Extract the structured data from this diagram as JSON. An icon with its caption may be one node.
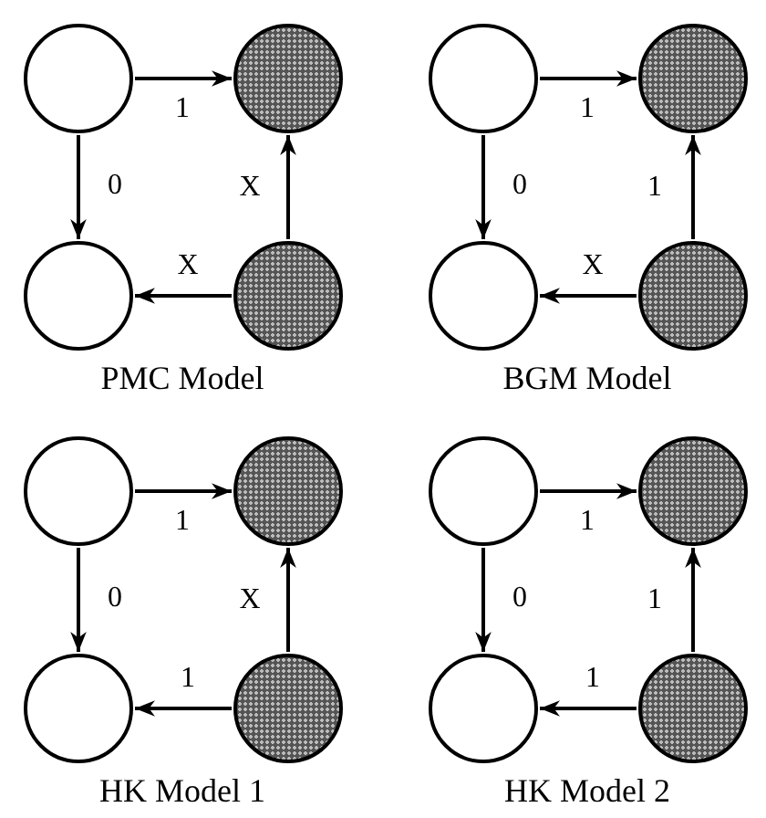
{
  "diagram": {
    "nodes": [
      {
        "text": [],
        "shape": "circle"
      },
      {
        "text": [],
        "shape": "circle"
      },
      {
        "text": [],
        "shape": "circle"
      },
      {
        "text": [],
        "shape": "circle"
      },
      {
        "text": [],
        "shape": "circle"
      },
      {
        "text": [],
        "shape": "circle"
      },
      {
        "text": [],
        "shape": "circle"
      },
      {
        "text": [],
        "shape": "circle"
      },
      {
        "text": [],
        "shape": "circle"
      },
      {
        "text": [],
        "shape": "circle"
      },
      {
        "text": [],
        "shape": "circle"
      },
      {
        "text": [],
        "shape": "circle"
      },
      {
        "text": [],
        "shape": "circle"
      },
      {
        "text": [],
        "shape": "circle"
      },
      {
        "text": [],
        "shape": "circle"
      },
      {
        "text": [],
        "shape": "circle"
      }
    ],
    "edges": [
      {
        "from": 0,
        "to": 1,
        "arrow": "to",
        "label": "1"
      },
      {
        "from": 0,
        "to": 2,
        "arrow": "to",
        "label": "0"
      },
      {
        "from": 3,
        "to": 1,
        "arrow": "to",
        "label": "X"
      },
      {
        "from": 3,
        "to": 2,
        "arrow": "to",
        "label": "X"
      },
      {
        "from": 4,
        "to": 5,
        "arrow": "to",
        "label": "1"
      },
      {
        "from": 4,
        "to": 6,
        "arrow": "to",
        "label": "0"
      },
      {
        "from": 7,
        "to": 5,
        "arrow": "to",
        "label": "1"
      },
      {
        "from": 7,
        "to": 6,
        "arrow": "to",
        "label": "X"
      },
      {
        "from": 8,
        "to": 9,
        "arrow": "to",
        "label": "1"
      },
      {
        "from": 8,
        "to": 10,
        "arrow": "to",
        "label": "0"
      },
      {
        "from": 11,
        "to": 9,
        "arrow": "to",
        "label": "X"
      },
      {
        "from": 11,
        "to": 10,
        "arrow": "to",
        "label": "1"
      },
      {
        "from": 12,
        "to": 13,
        "arrow": "to",
        "label": "1"
      },
      {
        "from": 12,
        "to": 14,
        "arrow": "to",
        "label": "0"
      },
      {
        "from": 15,
        "to": 13,
        "arrow": "to",
        "label": "1"
      },
      {
        "from": 15,
        "to": 14,
        "arrow": "to",
        "label": "1"
      }
    ],
    "labels": [
      "PMC Model",
      "BGM Model",
      "HK Model 1",
      "HK Model 2"
    ]
  }
}
